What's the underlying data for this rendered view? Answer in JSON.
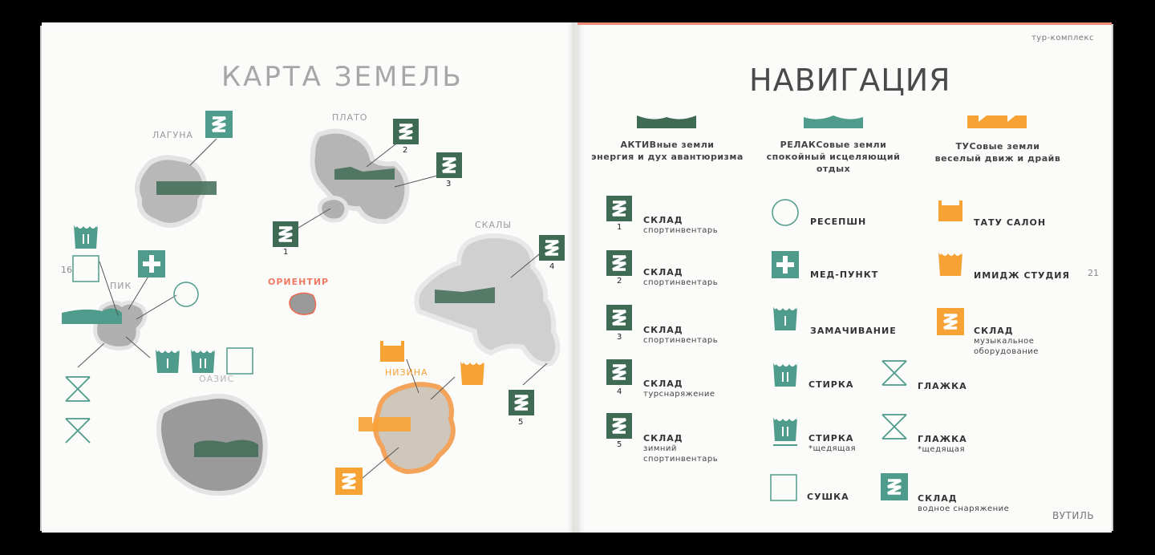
{
  "left_page": {
    "title": "КАРТА ЗЕМЕЛЬ",
    "page_number": "16",
    "places": {
      "laguna": "ЛАГУНА",
      "plato": "ПЛАТО",
      "skaly": "СКАЛЫ",
      "pik": "ПИК",
      "orientir": "ОРИЕНТИР",
      "oazis": "ОАЗИС",
      "nizina": "НИЗИНА"
    },
    "warehouse_numbers": [
      "1",
      "2",
      "3",
      "4",
      "5"
    ]
  },
  "right_page": {
    "header_tag": "тур-комплекс",
    "title": "НАВИГАЦИЯ",
    "page_number": "21",
    "footer": "ВУТИЛЬ",
    "categories": [
      {
        "title": "АКТИВные земли",
        "subtitle": "энергия и дух авантюризма",
        "color": "#3f6b55"
      },
      {
        "title": "РЕЛАКСовые земли",
        "subtitle": "спокойный исцеляющий отдых",
        "color": "#4f9b8c"
      },
      {
        "title": "ТУСовые земли",
        "subtitle": "веселый движ и драйв",
        "color": "#f6a234"
      }
    ],
    "active_items": [
      {
        "num": "1",
        "label": "СКЛАД",
        "sub": "спортинвентарь"
      },
      {
        "num": "2",
        "label": "СКЛАД",
        "sub": "спортинвентарь"
      },
      {
        "num": "3",
        "label": "СКЛАД",
        "sub": "спортинвентарь"
      },
      {
        "num": "4",
        "label": "СКЛАД",
        "sub": "турснаряжение"
      },
      {
        "num": "5",
        "label": "СКЛАД",
        "sub": "зимний спортинвентарь"
      }
    ],
    "relax_items": [
      {
        "label": "РЕСЕПШН",
        "sub": ""
      },
      {
        "label": "МЕД-ПУНКТ",
        "sub": ""
      },
      {
        "label": "ЗАМАЧИВАНИЕ",
        "sub": ""
      },
      {
        "label": "СТИРКА",
        "sub": ""
      },
      {
        "label": "СТИРКА",
        "sub": "*щедящая"
      },
      {
        "label": "СУШКА",
        "sub": ""
      }
    ],
    "relax_items_2": [
      {
        "label": "ГЛАЖКА",
        "sub": ""
      },
      {
        "label": "ГЛАЖКА",
        "sub": "*щедящая"
      },
      {
        "label": "СКЛАД",
        "sub": "водное снаряжение"
      }
    ],
    "fun_items": [
      {
        "label": "ТАТУ САЛОН",
        "sub": ""
      },
      {
        "label": "ИМИДЖ СТУДИЯ",
        "sub": ""
      },
      {
        "label": "СКЛАД",
        "sub": "музыкальное оборудование"
      }
    ]
  }
}
